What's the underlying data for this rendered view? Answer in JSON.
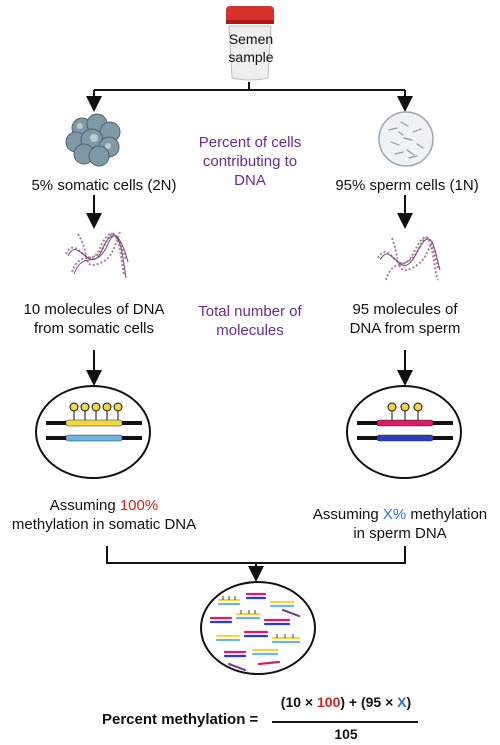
{
  "sample": {
    "line1": "Semen",
    "line2": "sample"
  },
  "left": {
    "cells_label": "5% somatic cells (2N)",
    "dna_line1": "10 molecules of DNA",
    "dna_line2": "from somatic cells",
    "meth_prefix": "Assuming ",
    "meth_value": "100%",
    "meth_line2": "methylation in somatic DNA"
  },
  "right": {
    "cells_label": "95% sperm cells (1N)",
    "dna_line1": "95 molecules of",
    "dna_line2": "DNA from sperm",
    "meth_prefix": "Assuming ",
    "meth_value": "X%",
    "meth_suffix": " methylation",
    "meth_line2": "in sperm DNA"
  },
  "middle": {
    "percent_cells_line1": "Percent of cells",
    "percent_cells_line2": "contributing to",
    "percent_cells_line3": "DNA",
    "total_line1": "Total number of",
    "total_line2": "molecules"
  },
  "equation": {
    "label": "Percent methylation =",
    "numerator_a": "(10 × ",
    "numerator_b": "100",
    "numerator_c": ") + (95 × ",
    "numerator_d": "X",
    "numerator_e": ")",
    "denominator": "105"
  },
  "colors": {
    "accent_purple": "#6a2c8c",
    "highlight_red": "#d0241b",
    "highlight_blue": "#2f6fd6",
    "somatic_strand": "#f2d640",
    "somatic_strand2": "#6fb3e6",
    "sperm_strand": "#d81b6a",
    "sperm_strand2": "#2a3fbf",
    "jar_cap": "#d8322a"
  },
  "icons": [
    "sample-jar-icon",
    "somatic-cells-icon",
    "sperm-cells-icon",
    "dna-tangle-icon",
    "methylated-dna-icon",
    "dna-mixture-icon"
  ]
}
